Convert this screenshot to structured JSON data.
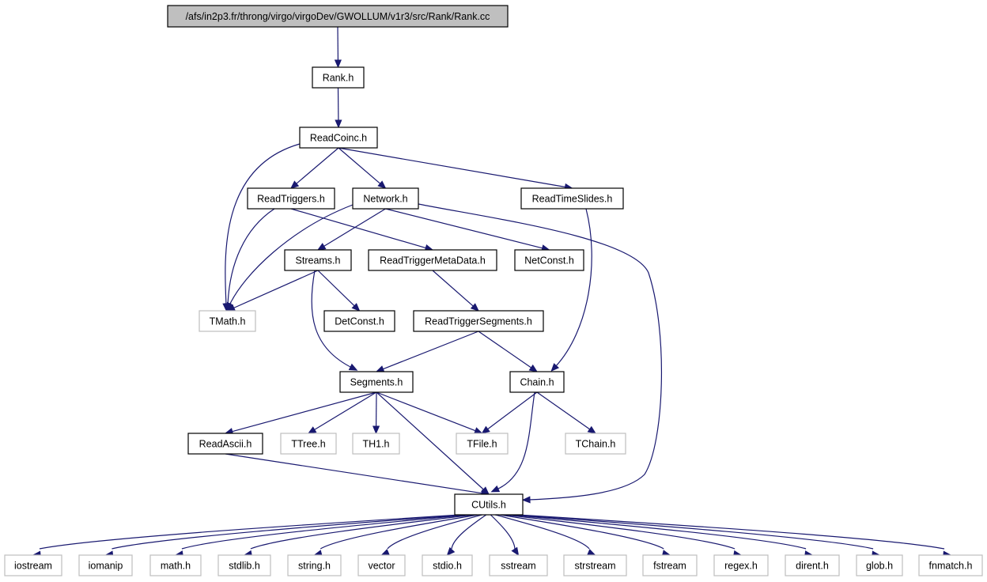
{
  "graph": {
    "root": "/afs/in2p3.fr/throng/virgo/virgoDev/GWOLLUM/v1r3/src/Rank/Rank.cc",
    "nodes": {
      "rank_cc": "/afs/in2p3.fr/throng/virgo/virgoDev/GWOLLUM/v1r3/src/Rank/Rank.cc",
      "rank_h": "Rank.h",
      "readcoinc_h": "ReadCoinc.h",
      "readtriggers_h": "ReadTriggers.h",
      "network_h": "Network.h",
      "readtimeslides_h": "ReadTimeSlides.h",
      "streams_h": "Streams.h",
      "readtriggermetadata_h": "ReadTriggerMetaData.h",
      "netconst_h": "NetConst.h",
      "tmath_h": "TMath.h",
      "detconst_h": "DetConst.h",
      "readtriggersegments_h": "ReadTriggerSegments.h",
      "segments_h": "Segments.h",
      "chain_h": "Chain.h",
      "readascii_h": "ReadAscii.h",
      "ttree_h": "TTree.h",
      "th1_h": "TH1.h",
      "tfile_h": "TFile.h",
      "tchain_h": "TChain.h",
      "cutils_h": "CUtils.h",
      "iostream": "iostream",
      "iomanip": "iomanip",
      "math_h": "math.h",
      "stdlib_h": "stdlib.h",
      "string_h": "string.h",
      "vector": "vector",
      "stdio_h": "stdio.h",
      "sstream": "sstream",
      "strstream": "strstream",
      "fstream": "fstream",
      "regex_h": "regex.h",
      "dirent_h": "dirent.h",
      "glob_h": "glob.h",
      "fnmatch_h": "fnmatch.h"
    },
    "external_headers": [
      "tmath_h",
      "ttree_h",
      "th1_h",
      "tfile_h",
      "tchain_h",
      "iostream",
      "iomanip",
      "math_h",
      "stdlib_h",
      "string_h",
      "vector",
      "stdio_h",
      "sstream",
      "strstream",
      "fstream",
      "regex_h",
      "dirent_h",
      "glob_h",
      "fnmatch_h"
    ],
    "includes": [
      [
        "rank_cc",
        "rank_h"
      ],
      [
        "rank_h",
        "readcoinc_h"
      ],
      [
        "readcoinc_h",
        "readtriggers_h"
      ],
      [
        "readcoinc_h",
        "network_h"
      ],
      [
        "readcoinc_h",
        "readtimeslides_h"
      ],
      [
        "readcoinc_h",
        "tmath_h"
      ],
      [
        "readtriggers_h",
        "readtriggermetadata_h"
      ],
      [
        "readtriggers_h",
        "tmath_h"
      ],
      [
        "network_h",
        "streams_h"
      ],
      [
        "network_h",
        "netconst_h"
      ],
      [
        "network_h",
        "tmath_h"
      ],
      [
        "network_h",
        "cutils_h"
      ],
      [
        "readtimeslides_h",
        "chain_h"
      ],
      [
        "streams_h",
        "tmath_h"
      ],
      [
        "streams_h",
        "detconst_h"
      ],
      [
        "streams_h",
        "segments_h"
      ],
      [
        "readtriggermetadata_h",
        "readtriggersegments_h"
      ],
      [
        "readtriggersegments_h",
        "segments_h"
      ],
      [
        "readtriggersegments_h",
        "chain_h"
      ],
      [
        "segments_h",
        "readascii_h"
      ],
      [
        "segments_h",
        "ttree_h"
      ],
      [
        "segments_h",
        "th1_h"
      ],
      [
        "segments_h",
        "tfile_h"
      ],
      [
        "segments_h",
        "cutils_h"
      ],
      [
        "chain_h",
        "tfile_h"
      ],
      [
        "chain_h",
        "tchain_h"
      ],
      [
        "chain_h",
        "cutils_h"
      ],
      [
        "readascii_h",
        "cutils_h"
      ],
      [
        "cutils_h",
        "iostream"
      ],
      [
        "cutils_h",
        "iomanip"
      ],
      [
        "cutils_h",
        "math_h"
      ],
      [
        "cutils_h",
        "stdlib_h"
      ],
      [
        "cutils_h",
        "string_h"
      ],
      [
        "cutils_h",
        "vector"
      ],
      [
        "cutils_h",
        "stdio_h"
      ],
      [
        "cutils_h",
        "sstream"
      ],
      [
        "cutils_h",
        "strstream"
      ],
      [
        "cutils_h",
        "fstream"
      ],
      [
        "cutils_h",
        "regex_h"
      ],
      [
        "cutils_h",
        "dirent_h"
      ],
      [
        "cutils_h",
        "glob_h"
      ],
      [
        "cutils_h",
        "fnmatch_h"
      ]
    ]
  },
  "colors": {
    "edge": "#191970",
    "root_fill": "#bfbfbf",
    "node_border": "#000000",
    "external_border": "#bfbfbf"
  }
}
